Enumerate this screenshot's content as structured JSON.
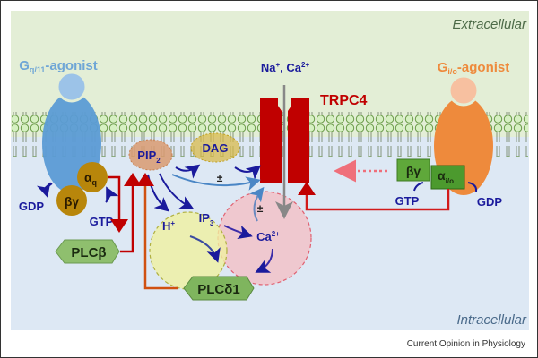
{
  "regions": {
    "extracellular": "Extracellular",
    "intracellular": "Intracellular"
  },
  "receptors": {
    "gq": {
      "label_main": "G",
      "label_sub": "q/11",
      "label_suffix": "-agonist"
    },
    "gio": {
      "label_main": "G",
      "label_sub": "i/o",
      "label_suffix": "-agonist"
    }
  },
  "channel": {
    "name": "TRPC4",
    "ions_main": "Na",
    "ions_sup1": "+",
    "ions_sep": ", Ca",
    "ions_sup2": "2+"
  },
  "gq_pathway": {
    "alpha": "α",
    "alpha_sub": "q",
    "beta_gamma": "βγ",
    "gdp": "GDP",
    "gtp": "GTP",
    "plc_beta": "PLCβ"
  },
  "gio_pathway": {
    "beta_gamma": "βγ",
    "alpha": "α",
    "alpha_sub": "i/o",
    "gdp": "GDP",
    "gtp": "GTP"
  },
  "molecules": {
    "pip2_main": "PIP",
    "pip2_sub": "2",
    "dag": "DAG",
    "ip3_main": "IP",
    "ip3_sub": "3",
    "h_main": "H",
    "h_sup": "+",
    "ca_main": "Ca",
    "ca_sup": "2+",
    "plc_delta1": "PLCδ1",
    "modulation_1": "±",
    "modulation_2": "±"
  },
  "caption": "Current Opinion in Physiology",
  "colors": {
    "extracellular_bg": "#e3eed6",
    "intracellular_bg": "#dde8f4",
    "gq_receptor": "#5b9bd5",
    "gio_receptor": "#ee8a3c",
    "trpc4": "#c00000",
    "label_blue": "#1a1a9c",
    "g_alpha_q": "#b8860b",
    "plc_green": "#8fbf6e",
    "gio_green": "#5fa83a",
    "ca_domain": "#f2c2c8",
    "h_domain": "#f0f0a0"
  }
}
